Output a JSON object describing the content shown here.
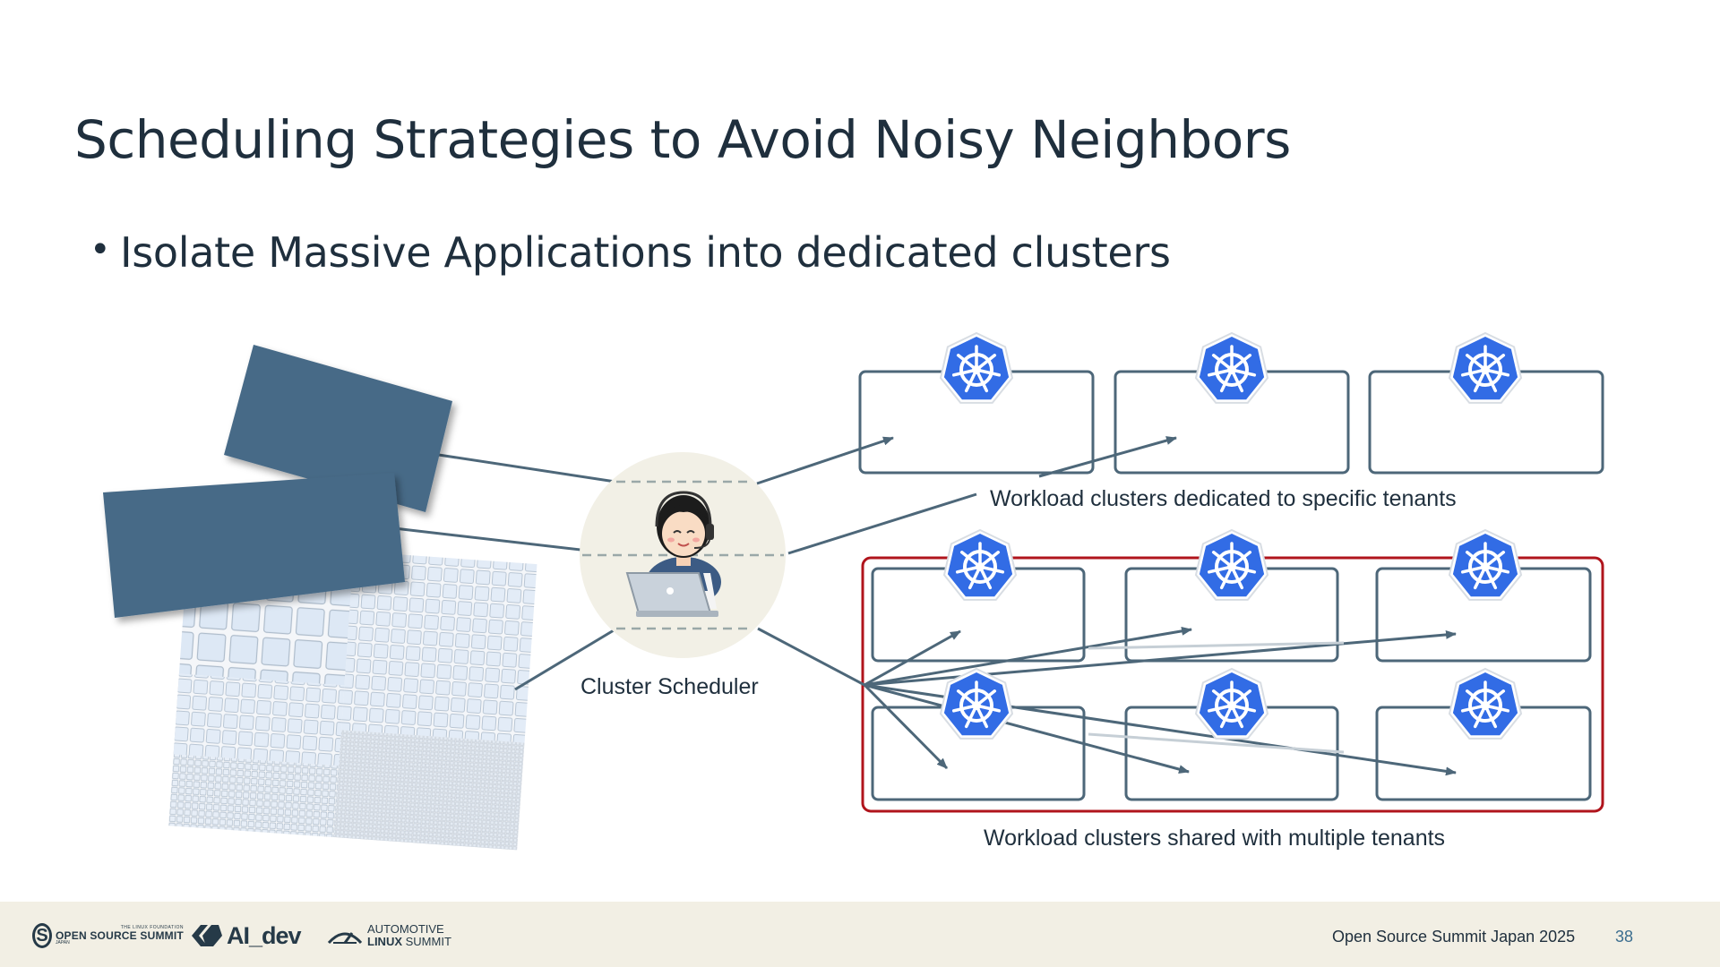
{
  "slide": {
    "title": "Scheduling Strategies to Avoid Noisy Neighbors",
    "bullet": "Isolate Massive Applications into dedicated clusters"
  },
  "diagram": {
    "scheduler_label": "Cluster Scheduler",
    "dedicated_label": "Workload clusters dedicated to specific tenants",
    "shared_label": "Workload clusters shared with multiple tenants",
    "colors": {
      "app_block": "#476a87",
      "cluster_border": "#4d6779",
      "shared_border": "#b0141c",
      "kubernetes": "#326ce5",
      "arrow": "#4d6779"
    },
    "icons": [
      "kubernetes-icon",
      "operator-person-icon",
      "laptop-icon"
    ]
  },
  "footer": {
    "logos": {
      "oss_small": "THE LINUX FOUNDATION",
      "oss_main": "OPEN SOURCE SUMMIT",
      "oss_region": "JAPAN",
      "ai_dev": "AI_dev",
      "als_line1": "AUTOMOTIVE",
      "als_line2": "LINUX",
      "als_line2b": " SUMMIT"
    },
    "event": "Open Source Summit Japan 2025",
    "page": "38"
  }
}
